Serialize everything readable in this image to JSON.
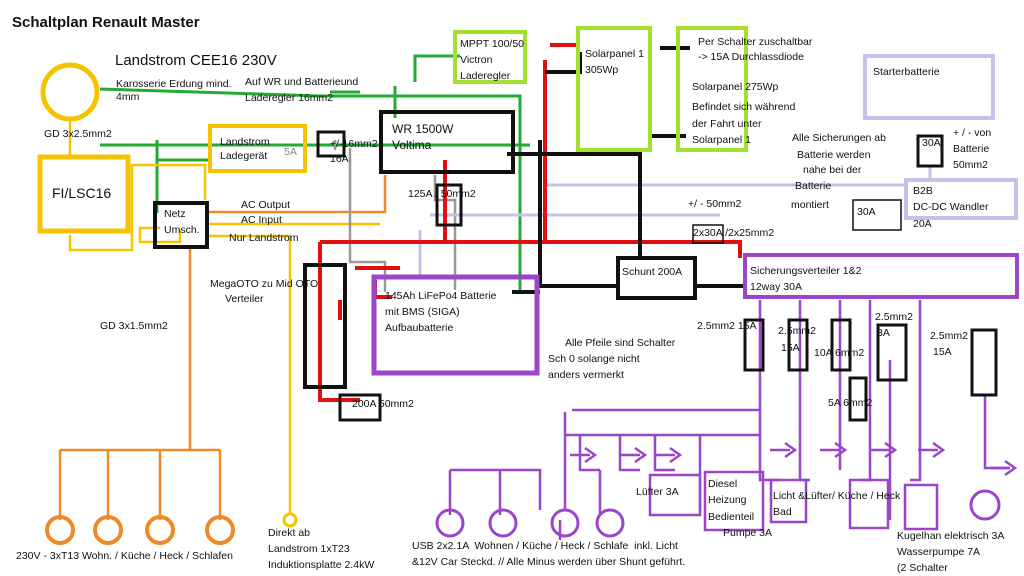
{
  "title": "Schaltplan Renault Master",
  "landstrom": "Landstrom CEE16 230V",
  "erdung_1": "Karosserie Erdung mind.",
  "erdung_2": "4mm",
  "wr_erdung_1": "Auf WR und Batterieund",
  "wr_erdung_2": "Laderegler 16mm2",
  "gd_top": "GD 3x2.5mm2",
  "fi": "FI/LSC16",
  "ladegeraet_1": "Landstrom",
  "ladegeraet_2": "Ladegerät",
  "ladegeraet_fuse": "5A",
  "wr_cable": "+/-16mm2",
  "wr_fuse": "16A",
  "wr_1": "WR 1500W",
  "wr_2": "Voltima",
  "netz_1": "Netz",
  "netz_2": "Umsch.",
  "ac_output": "AC Output",
  "ac_input": "AC Input",
  "nur_landstrom": "Nur Landstrom",
  "wr_fuse_125": "125A / 50mm2",
  "mppt_1": "MPPT 100/50",
  "mppt_2": "Victron",
  "mppt_3": "Laderegler",
  "solar1_1": "Solarpanel 1",
  "solar1_2": "305Wp",
  "schalter_1": "Per Schalter zuschaltbar",
  "schalter_2": "-> 15A Durchlassdiode",
  "solar2_1": "Solarpanel 275Wp",
  "solar2_2": "Befindet sich während",
  "solar2_3": "der Fahrt unter",
  "solar2_4": "Solarpanel 1",
  "starter": "Starterbatterie",
  "fuse_30_top": "30A",
  "starter_cable_1": "+ / - von",
  "starter_cable_2": "Batterie",
  "starter_cable_3": "50mm2",
  "sich_1": "Alle Sicherungen ab",
  "sich_2": "Batterie werden",
  "sich_3": "nahe bei der",
  "sich_4": "Batterie",
  "sich_5": "montiert",
  "fuse_30_mid": "30A",
  "b2b_1": "B2B",
  "b2b_2": "DC-DC Wandler",
  "b2b_3": "20A",
  "b2b_cable": "+/ - 50mm2",
  "verteiler_cable": "2x30A /2x25mm2",
  "shunt": "Schunt 200A",
  "verteiler_1": "Sicherungsverteiler 1&2",
  "verteiler_2": "12way 30A",
  "megaoto_1": "MegaOTO zu Mid OTO",
  "megaoto_2": "Verteiler",
  "battery_1": "145Ah LiFePo4 Batterie",
  "battery_2": "mit BMS (SIGA)",
  "battery_3": "Aufbaubatterie",
  "fuse_200": "200A 50mm2",
  "gd_bottom": "GD 3x1.5mm2",
  "pfeile_1": "Alle Pfeile sind Schalter",
  "pfeile_2": "Sch 0 solange nicht",
  "pfeile_3": "anders vermerkt",
  "f1_1": "2.5mm2 15A",
  "f2_1": "2.5mm2",
  "f2_2": "15A",
  "f3": "10A 6mm2",
  "f4_1": "2.5mm2",
  "f4_2": "3A",
  "f5_1": "2.5mm2",
  "f5_2": "15A",
  "f6": "5A 6mm2",
  "luefter": "Lüfter 3A",
  "diesel_1": "Diesel",
  "diesel_2": "Heizung",
  "diesel_3": "Bedienteil",
  "diesel_4": "Pumpe 3A",
  "licht_1": "Licht &Lüfter/ Küche / Heck",
  "licht_2": "Bad",
  "kugel_1": "Kugelhan elektrisch 3A",
  "kugel_2": "Wasserpumpe 7A",
  "kugel_3": "(2 Schalter",
  "sockets": "230V - 3xT13 Wohn. / Küche / Heck / Schlafen",
  "direkt_1": "Direkt ab",
  "direkt_2": "Landstrom 1xT23",
  "direkt_3": "Induktionsplatte 2.4kW",
  "usb_1": "USB 2x2.1A  Wohnen / Küche / Heck / Schlafe  inkl. Licht",
  "usb_2": "&12V Car Steckd. // Alle Minus werden über Shunt geführt."
}
